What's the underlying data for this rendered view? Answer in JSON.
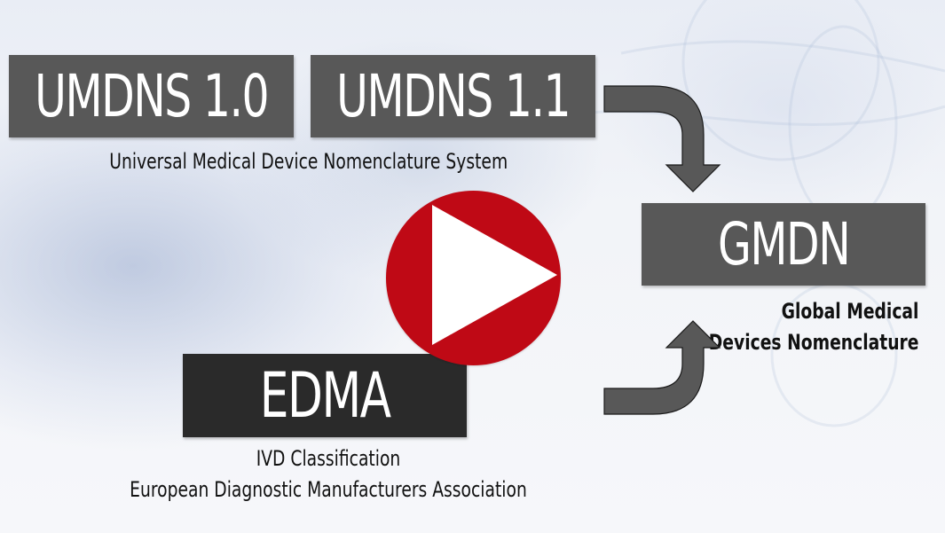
{
  "slide": {
    "colors": {
      "box_grey": "#585858",
      "box_dark": "#2a2a2a",
      "play_red": "#bf0915",
      "arrow_fill": "#585858",
      "text": "#111111"
    },
    "boxes": {
      "umdns_10": "UMDNS 1.0",
      "umdns_11": "UMDNS 1.1",
      "gmdn": "GMDN",
      "edma": "EDMA"
    },
    "captions": {
      "umdns": "Universal Medical Device Nomenclature System",
      "gmdn_line1": "Global Medical",
      "gmdn_line2": "Devices Nomenclature",
      "edma_line1": "IVD Classification",
      "edma_line2": "European Diagnostic Manufacturers Association"
    },
    "icons": {
      "play": "play-button-icon",
      "arrow_down": "curved-arrow-down-icon",
      "arrow_up": "curved-arrow-up-icon"
    }
  }
}
